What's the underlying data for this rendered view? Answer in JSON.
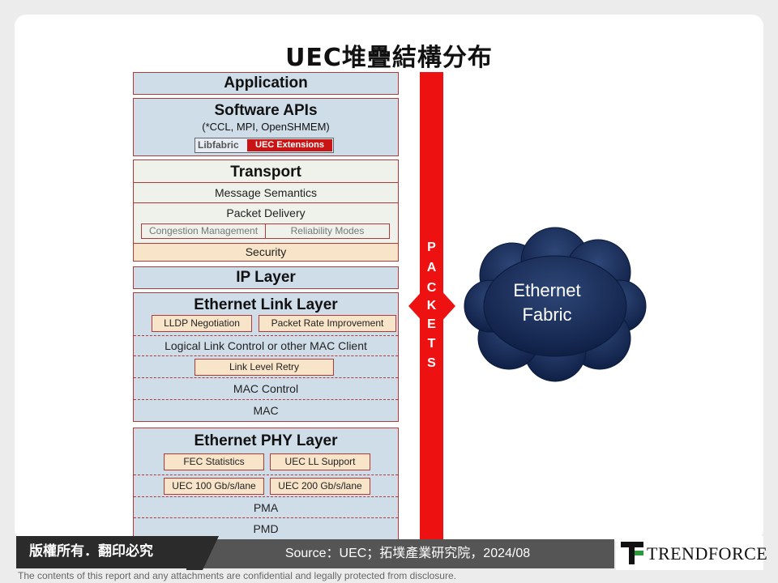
{
  "title": "UEC堆疊結構分布",
  "stack": {
    "application": "Application",
    "software_apis": {
      "header": "Software APIs",
      "sub": "(*CCL, MPI, OpenSHMEM)",
      "libfabric": "Libfabric",
      "uec_ext": "UEC Extensions"
    },
    "transport": {
      "header": "Transport",
      "message": "Message Semantics",
      "packet": "Packet Delivery",
      "congestion": "Congestion Management",
      "reliability": "Reliability Modes",
      "security": "Security"
    },
    "ip": "IP Layer",
    "eth_link": {
      "header": "Ethernet Link Layer",
      "lldp": "LLDP Negotiation",
      "rate": "Packet Rate Improvement",
      "llc": "Logical Link Control or other MAC Client",
      "retry": "Link Level Retry",
      "mac_control": "MAC Control",
      "mac": "MAC"
    },
    "eth_phy": {
      "header": "Ethernet PHY Layer",
      "fec": "FEC Statistics",
      "ll": "UEC LL Support",
      "l100": "UEC 100 Gb/s/lane",
      "l200": "UEC 200 Gb/s/lane",
      "pma": "PMA",
      "pmd": "PMD"
    }
  },
  "packets": [
    "P",
    "A",
    "C",
    "K",
    "E",
    "T",
    "S"
  ],
  "cloud": {
    "line1": "Ethernet",
    "line2": "Fabric",
    "color": "#1b2f5c"
  },
  "footer": {
    "copyright": "版權所有．翻印必究",
    "source": "Source：UEC；拓墣產業研究院，2024/08",
    "disclaimer": "The contents of this report and any attachments are confidential and legally protected from disclosure.",
    "brand": "TRENDFORCE"
  },
  "colors": {
    "layer_fill": "#cfdde9",
    "border": "#b03a3a",
    "packets": "#ee1111",
    "sub_fill": "#f8e4c8",
    "security_fill": "#f8e4c8"
  }
}
